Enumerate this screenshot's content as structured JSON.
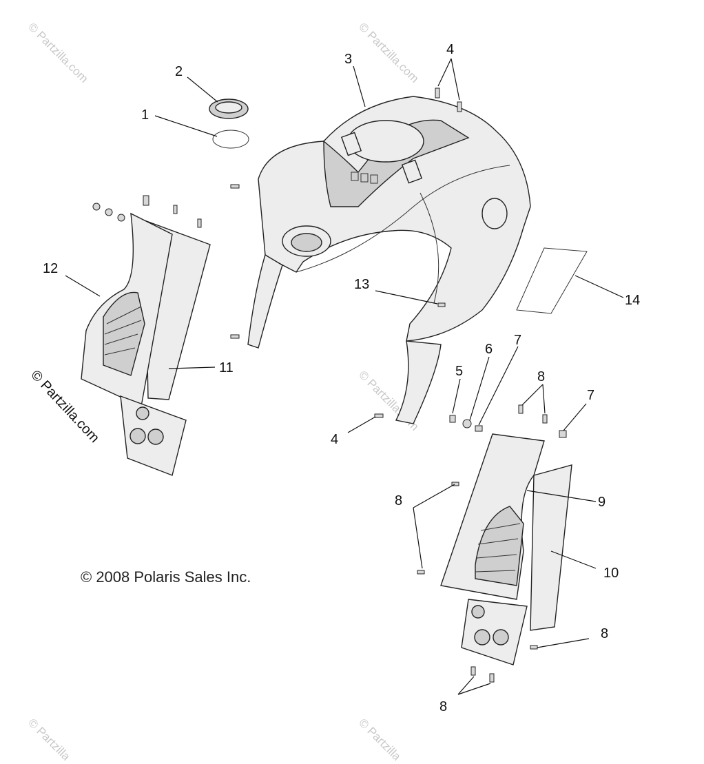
{
  "diagram": {
    "copyright": "© 2008 Polaris Sales Inc.",
    "side_watermark": "© Partzilla.com",
    "watermark": "© Partzilla.com",
    "callouts": [
      {
        "id": "c1",
        "label": "1"
      },
      {
        "id": "c2",
        "label": "2"
      },
      {
        "id": "c3",
        "label": "3"
      },
      {
        "id": "c4a",
        "label": "4"
      },
      {
        "id": "c4b",
        "label": "4"
      },
      {
        "id": "c5",
        "label": "5"
      },
      {
        "id": "c6",
        "label": "6"
      },
      {
        "id": "c7a",
        "label": "7"
      },
      {
        "id": "c7b",
        "label": "7"
      },
      {
        "id": "c8a",
        "label": "8"
      },
      {
        "id": "c8b",
        "label": "8"
      },
      {
        "id": "c8c",
        "label": "8"
      },
      {
        "id": "c8d",
        "label": "8"
      },
      {
        "id": "c9",
        "label": "9"
      },
      {
        "id": "c10",
        "label": "10"
      },
      {
        "id": "c11",
        "label": "11"
      },
      {
        "id": "c12",
        "label": "12"
      },
      {
        "id": "c13",
        "label": "13"
      },
      {
        "id": "c14",
        "label": "14"
      }
    ]
  }
}
